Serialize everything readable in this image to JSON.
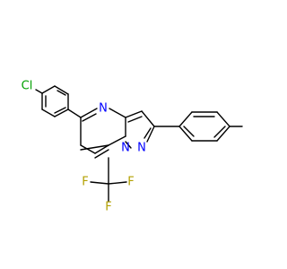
{
  "molecule": {
    "atoms": {
      "cl": {
        "text": "Cl",
        "color": "#00a000"
      },
      "n4": {
        "text": "N",
        "color": "#0000ff"
      },
      "n7a": {
        "text": "N",
        "color": "#0000ff"
      },
      "n1": {
        "text": "N",
        "color": "#0000ff"
      },
      "f1": {
        "text": "F",
        "color": "#b3a000"
      },
      "f2": {
        "text": "F",
        "color": "#b3a000"
      },
      "f3": {
        "text": "F",
        "color": "#b3a000"
      }
    },
    "colors": {
      "bond": "#000000"
    }
  }
}
